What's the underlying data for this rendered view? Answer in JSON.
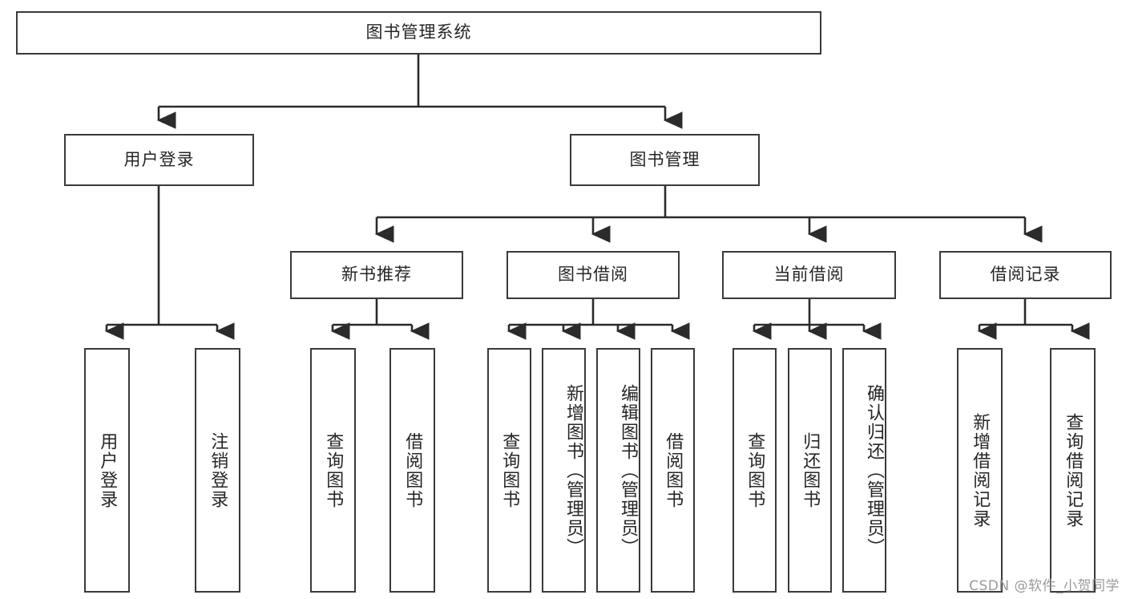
{
  "diagram": {
    "type": "tree-hierarchy",
    "title": "图书管理系统",
    "root": {
      "label": "图书管理系统"
    },
    "level2": [
      {
        "label": "用户登录"
      },
      {
        "label": "图书管理"
      }
    ],
    "level3": [
      {
        "label": "新书推荐"
      },
      {
        "label": "图书借阅"
      },
      {
        "label": "当前借阅"
      },
      {
        "label": "借阅记录"
      }
    ],
    "leaves": {
      "user_login": [
        {
          "label": "用户登录"
        },
        {
          "label": "注销登录"
        }
      ],
      "new_book_recommend": [
        {
          "label": "查询图书"
        },
        {
          "label": "借阅图书"
        }
      ],
      "book_borrow": [
        {
          "label": "查询图书"
        },
        {
          "label": "新增图书（管理员）"
        },
        {
          "label": "编辑图书（管理员）"
        },
        {
          "label": "借阅图书"
        }
      ],
      "current_borrow": [
        {
          "label": "查询图书"
        },
        {
          "label": "归还图书"
        },
        {
          "label": "确认归还（管理员）"
        }
      ],
      "borrow_record": [
        {
          "label": "新增借阅记录"
        },
        {
          "label": "查询借阅记录"
        }
      ]
    }
  },
  "watermark": {
    "text": "CSDN @软件_小贺同学"
  },
  "colors": {
    "stroke": "#3a3a3a",
    "text": "#262626",
    "background": "#ffffff",
    "watermark": "#9a9a9a"
  }
}
